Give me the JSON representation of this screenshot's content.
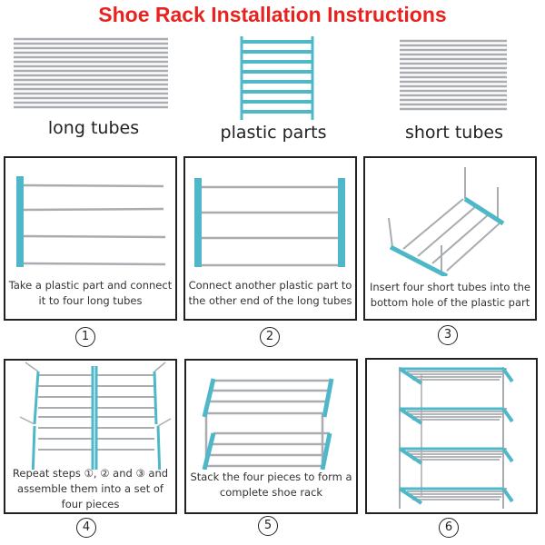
{
  "title": "Shoe Rack Installation Instructions",
  "parts": [
    {
      "label": "long tubes"
    },
    {
      "label": "plastic parts"
    },
    {
      "label": "short tubes"
    }
  ],
  "steps": [
    {
      "number": "1",
      "caption": "Take a plastic part and connect it to four long tubes"
    },
    {
      "number": "2",
      "caption": "Connect another plastic part to the other end of the long tubes"
    },
    {
      "number": "3",
      "caption": "Insert four short tubes into the bottom hole of the plastic part"
    },
    {
      "number": "4",
      "caption": "Repeat steps ①, ② and ③ and assemble them into a set of four pieces"
    },
    {
      "number": "5",
      "caption": "Stack the four pieces to form a complete shoe rack"
    },
    {
      "number": "6",
      "caption": ""
    }
  ],
  "colors": {
    "title": "#e8231f",
    "plastic": "#4fb8c8",
    "tube": "#a9acb0"
  }
}
